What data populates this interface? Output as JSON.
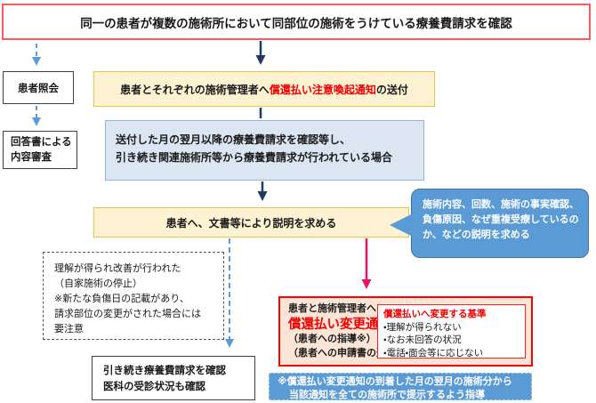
{
  "title_box": {
    "text": "同一の患者が複数の施術所において同部位の施術をうけている療養費請求を確認"
  },
  "left_flow": {
    "patient_inquiry": "患者照会",
    "reply_review_line1": "回答書による",
    "reply_review_line2": "内容審査"
  },
  "notice_box": {
    "prefix": "患者とそれぞれの施術管理者へ",
    "highlight": "償還払い注意喚起通知",
    "suffix": "の送付"
  },
  "confirm_box": {
    "line1": "送付した月の翌月以降の療養費請求を確認等し、",
    "line2": "引き続き関連施術所等から療養費請求が行われている場合"
  },
  "explain_box": {
    "text": "患者へ、文書等により説明を求める"
  },
  "callout": {
    "text": "施術内容、回数、施術の事実確認、負傷原因、なぜ重複受療しているのか、などの説明を求める"
  },
  "improved_box": {
    "lines": [
      "理解が得られ改善が行われた",
      "（自家施術の停止）",
      "※新たな負傷日の記載があり、",
      "請求部位の変更がされた場合には",
      "要注意"
    ]
  },
  "continue_box": {
    "line1": "引き続き療養費請求を確認",
    "line2": "医科の受診状況も確認"
  },
  "change_notice_box": {
    "line1": "患者と施術管理者へ",
    "highlight": "償還払い変更通知",
    "line3": "（患者への指導※）",
    "line4": "（患者への申請書の送付）",
    "criteria": {
      "title": "償還払いへ変更する基準",
      "items": [
        "・理解が得られない",
        "・なお未回答の状況",
        "・電話・面会等に応じない"
      ]
    }
  },
  "guidance_box": {
    "line1": "※償還払い変更通知の到着した月の翌月の施術分から",
    "line2": "当該通知を全ての施術所で提示するよう指導"
  },
  "colors": {
    "title_border_red": "#ff5a5a",
    "alert_red": "#f00000",
    "navy_arrow": "#1f3864",
    "flow_blue": "#5b9bd5",
    "pink_arrow": "#ed1164",
    "yellow_bg": "#fdf3d3",
    "yellow_border": "#edc24a",
    "panel_blue_bg": "#dce6f2",
    "panel_blue_border": "#95b3d7",
    "change_box_bg": "#fbe5d6"
  }
}
